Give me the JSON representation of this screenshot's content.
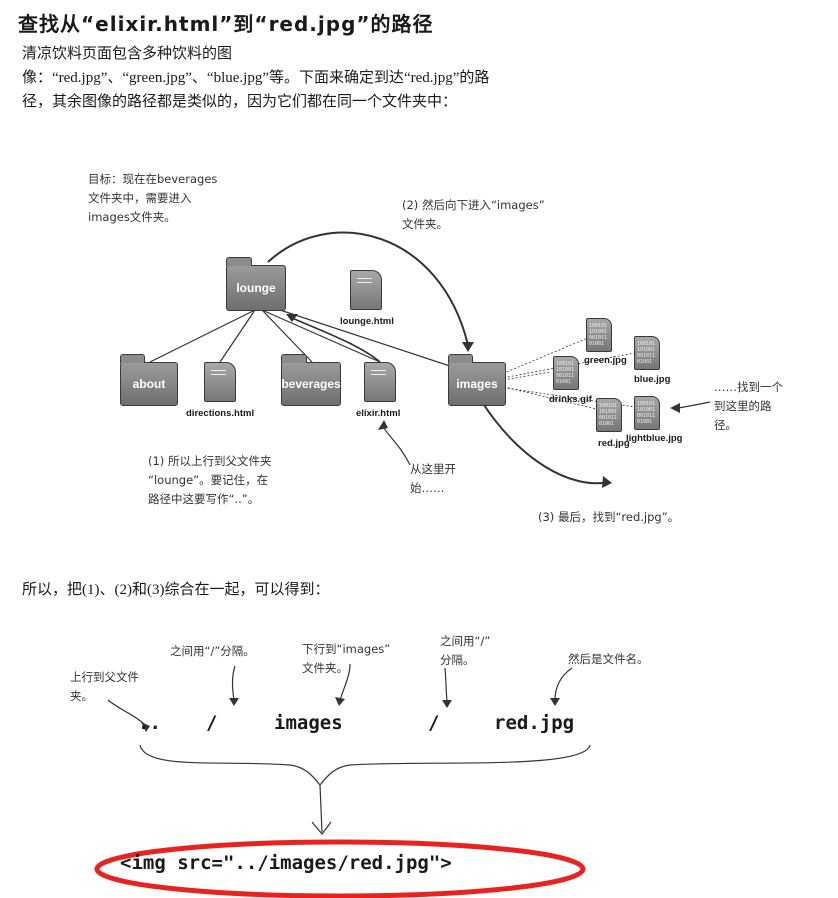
{
  "title": "查找从“elixir.html”到“red.jpg”的路径",
  "intro": "清凉饮料页面包含多种饮料的图像：“red.jpg”、“green.jpg”、“blue.jpg”等。下面来确定到达“red.jpg”的路径，其余图像的路径都是类似的，因为它们都在同一个文件夹中：",
  "diagram": {
    "note_goal": [
      "目标：现在在beverages",
      "文件夹中，需要进入",
      "images文件夹。"
    ],
    "note_step2": [
      "(2) 然后向下进入“images”",
      "文件夹。"
    ],
    "note_step1": [
      "(1) 所以上行到父文件夹",
      "“lounge”。要记住，在",
      "路径中这要写作“..”。"
    ],
    "note_start": [
      "从这里开",
      "始……"
    ],
    "note_found": [
      "……找到一个",
      "到这里的路",
      "径。"
    ],
    "note_step3": "(3) 最后，找到“red.jpg”。",
    "folders": {
      "lounge": "lounge",
      "about": "about",
      "beverages": "beverages",
      "images": "images"
    },
    "files": {
      "lounge_html": "lounge.html",
      "directions_html": "directions.html",
      "elixir_html": "elixir.html",
      "green_jpg": "green.jpg",
      "blue_jpg": "blue.jpg",
      "drinks_gif": "drinks.gif",
      "red_jpg": "red.jpg",
      "lightblue_jpg": "lightblue.jpg"
    },
    "binary_text": "10010110100100101101001"
  },
  "summary": "所以，把(1)、(2)和(3)综合在一起，可以得到：",
  "path_parts": {
    "up": "..",
    "sep1": "/",
    "images": "images",
    "sep2": "/",
    "file": "red.jpg"
  },
  "path_notes": {
    "up": [
      "上行到父文件",
      "夹。"
    ],
    "sep1": "之间用“/”分隔。",
    "images": [
      "下行到“images”",
      "文件夹。"
    ],
    "sep2": [
      "之间用“/”",
      "分隔。"
    ],
    "file": "然后是文件名。"
  },
  "final_tag": "<img src=\"../images/red.jpg\">",
  "colors": {
    "highlight": "#e8231f",
    "folder": "#7f7f7f"
  }
}
